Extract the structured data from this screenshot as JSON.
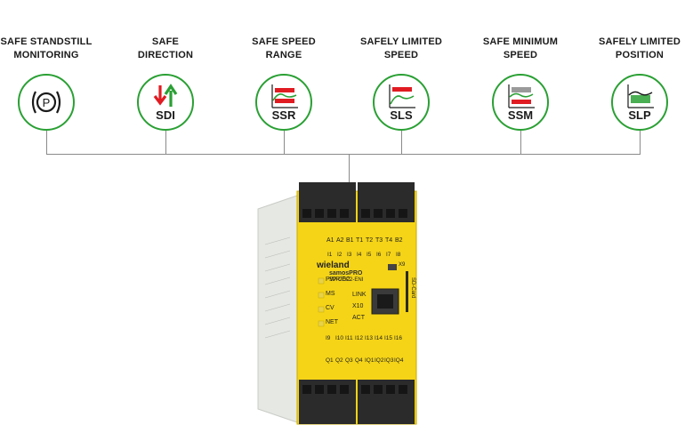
{
  "functions": [
    {
      "title": "SAFE STANDSTILL\nMONITORING",
      "abbr": "",
      "icon": "parking-brake-icon"
    },
    {
      "title": "SAFE\nDIRECTION",
      "abbr": "SDI",
      "icon": "direction-arrows-icon"
    },
    {
      "title": "SAFE SPEED\nRANGE",
      "abbr": "SSR",
      "icon": "speed-range-icon"
    },
    {
      "title": "SAFELY LIMITED\nSPEED",
      "abbr": "SLS",
      "icon": "limited-speed-icon"
    },
    {
      "title": "SAFE MINIMUM\nSPEED",
      "abbr": "SSM",
      "icon": "minimum-speed-icon"
    },
    {
      "title": "SAFELY LIMITED\nPOSITION",
      "abbr": "SLP",
      "icon": "limited-position-icon"
    }
  ],
  "device": {
    "brand": "wieland",
    "product": "samosPRO",
    "model": "SP-COP2-ENI",
    "top_terminals": [
      "A1",
      "A2",
      "B1",
      "T1",
      "T2",
      "T3",
      "T4",
      "B2"
    ],
    "inputs_top": [
      "I1",
      "I2",
      "I3",
      "I4",
      "I5",
      "I6",
      "I7",
      "I8"
    ],
    "status_leds": [
      "PWR/EC",
      "MS",
      "CV",
      "NET"
    ],
    "port_labels": [
      "LINK",
      "X10",
      "ACT"
    ],
    "usb_label": "X9",
    "sd_label": "SD-Card",
    "inputs_bottom": [
      "I9",
      "I10",
      "I11",
      "I12",
      "I13",
      "I14",
      "I15",
      "I16"
    ],
    "outputs_bottom": [
      "Q1",
      "Q2",
      "Q3",
      "Q4",
      "IQ1",
      "IQ2",
      "IQ3",
      "IQ4"
    ]
  },
  "colors": {
    "accent_green": "#2aa034",
    "arrow_red": "#e11b22",
    "device_yellow": "#f5d417"
  }
}
